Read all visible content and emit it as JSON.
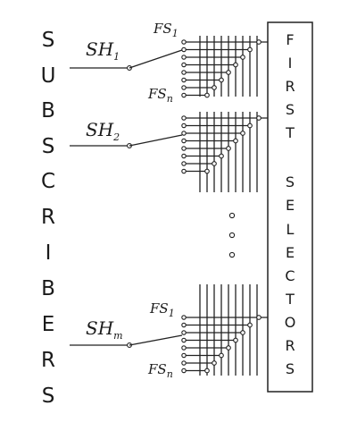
{
  "left_column_letters": [
    "S",
    "U",
    "B",
    "S",
    "C",
    "R",
    "I",
    "B",
    "E",
    "R",
    "S"
  ],
  "right_box_letters": [
    "F",
    "I",
    "R",
    "S",
    "T",
    "",
    "S",
    "E",
    "L",
    "E",
    "C",
    "T",
    "O",
    "R",
    "S"
  ],
  "switch_labels": [
    {
      "main": "SH",
      "sub": "1"
    },
    {
      "main": "SH",
      "sub": "2"
    },
    {
      "main": "SH",
      "sub": "m"
    }
  ],
  "fs_labels": [
    {
      "main": "FS",
      "sub": "1"
    },
    {
      "main": "FS",
      "sub": "n"
    },
    {
      "main": "FS",
      "sub": "1"
    },
    {
      "main": "FS",
      "sub": "n"
    }
  ],
  "ellipsis_dots": 3
}
